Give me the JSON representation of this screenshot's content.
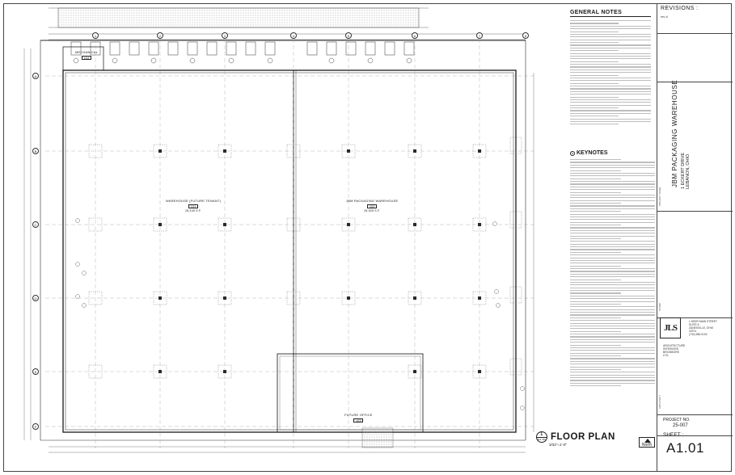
{
  "sheet": {
    "general_notes_title": "GENERAL NOTES",
    "keynotes_title": "KEYNOTES",
    "keynotes_marker": "A",
    "revisions_title": "REVISIONS :",
    "revision_item": "rev #",
    "project_name": "JBM PACKAGING WAREHOUSE",
    "project_address": [
      "1 ECKERT DRIVE",
      "LEBANON, OHIO"
    ],
    "project_name_label": "PROJECT NAME",
    "architect_label": "ARCHITECT",
    "stamp_label": "STAMP",
    "firm_logo": "JLS",
    "firm_lines": [
      "ARCHITECTURE",
      "INTERIORS",
      "BRODBORE LTD."
    ],
    "firm_address": [
      "1 DEER MAIN STREET",
      "SUITE A",
      "ZANESVILLE, OHIO",
      "43701",
      "(740) 555-0100"
    ],
    "project_no_label": "PROJECT NO.",
    "project_no": "25-007",
    "sheet_label": "SHEET :",
    "sheet_no": "A1.01"
  },
  "plan": {
    "title": "FLOOR PLAN",
    "bubble_top": "1",
    "bubble_bottom": "A1.01",
    "scale": "3/32\"=1'-0\"",
    "north": "North",
    "rooms": [
      {
        "name": "WAREHOUSE (FUTURE TENANT)",
        "tag": "101",
        "area": "25,445 S.F."
      },
      {
        "name": "JBM PACKAGING WAREHOUSE",
        "tag": "102",
        "area": "26,525 S.F."
      },
      {
        "name": "FUTURE OFFICE",
        "tag": "103",
        "area": ""
      },
      {
        "name": "MECHANICAL",
        "tag": "104",
        "area": ""
      }
    ],
    "grid_letters": [
      "A",
      "B",
      "C",
      "D",
      "E",
      "F"
    ],
    "grid_numbers": [
      "1",
      "2",
      "3",
      "4",
      "5",
      "6",
      "7",
      "8"
    ]
  },
  "colors": {
    "linework": "#2a2a2a",
    "hatch": "#8c8c8c",
    "paper": "#ffffff"
  }
}
